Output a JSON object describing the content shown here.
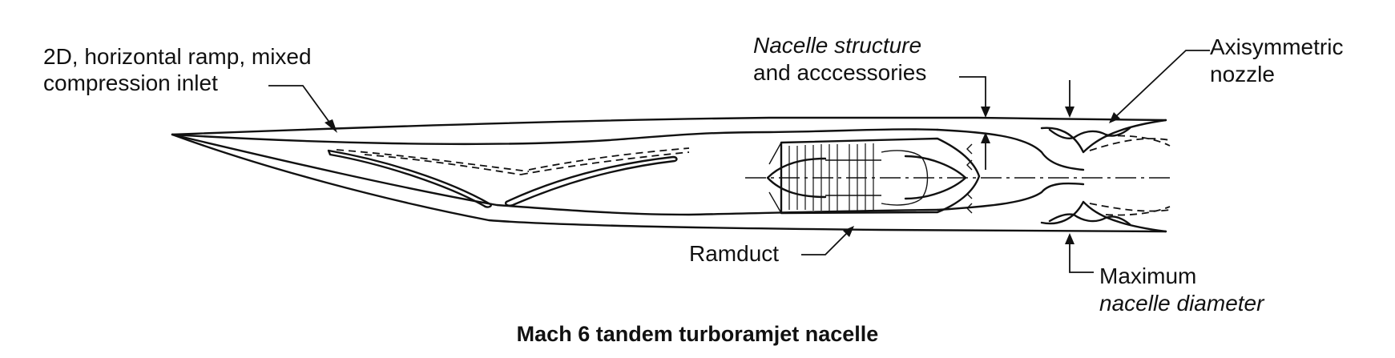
{
  "diagram": {
    "labels": {
      "inlet_line1": "2D, horizontal ramp, mixed",
      "inlet_line2": "compression inlet",
      "nacelle_structure_line1": "Nacelle structure",
      "nacelle_structure_line2": "and acccessories",
      "nozzle_line1": "Axisymmetric",
      "nozzle_line2": "nozzle",
      "ramduct": "Ramduct",
      "max_diameter_line1": "Maximum",
      "max_diameter_line2": "nacelle diameter"
    },
    "caption": "Mach 6 tandem turboramjet nacelle"
  }
}
